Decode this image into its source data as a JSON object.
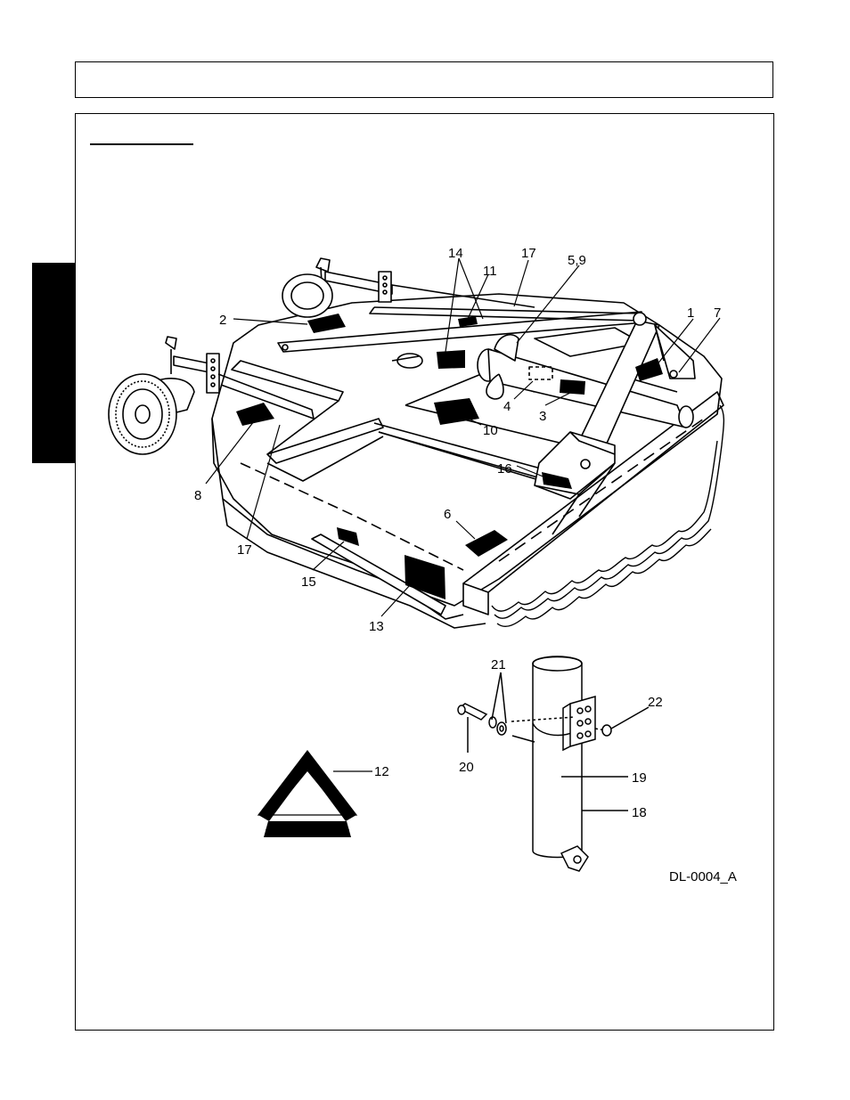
{
  "header": {
    "title": ""
  },
  "section": {
    "heading": ""
  },
  "figure": {
    "drawing_code": "DL-0004_A",
    "callouts": {
      "c1": "1",
      "c2": "2",
      "c3": "3",
      "c4": "4",
      "c59": "5,9",
      "c6": "6",
      "c7": "7",
      "c8": "8",
      "c10": "10",
      "c11": "11",
      "c12": "12",
      "c13": "13",
      "c14": "14",
      "c15": "15",
      "c16": "16",
      "c17a": "17",
      "c17b": "17",
      "c18": "18",
      "c19": "19",
      "c20": "20",
      "c21": "21",
      "c22": "22"
    }
  }
}
